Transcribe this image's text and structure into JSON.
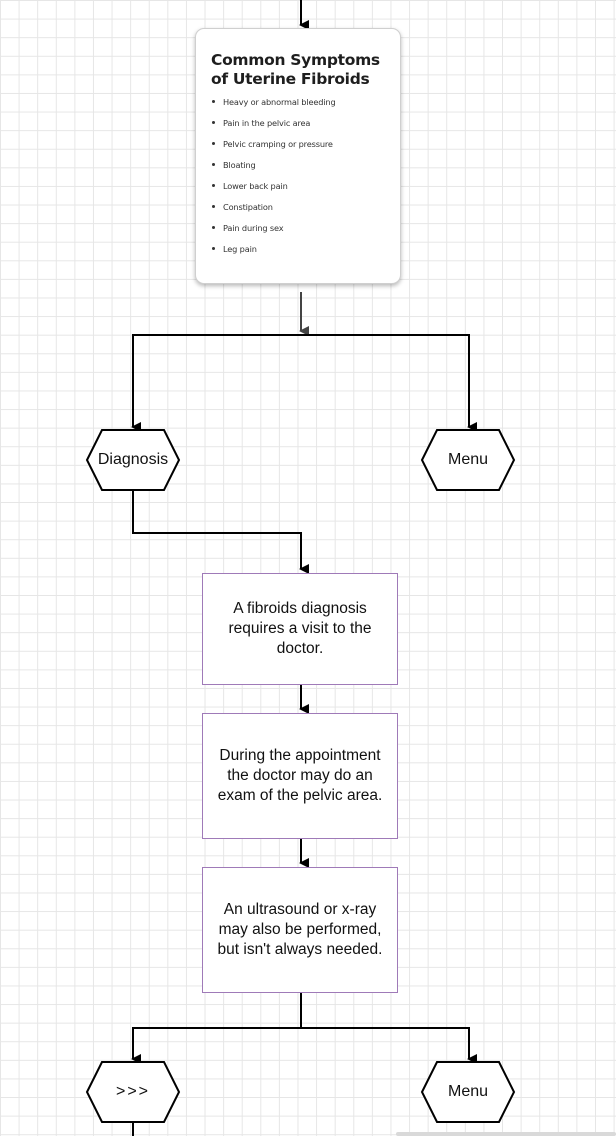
{
  "symptoms_card": {
    "title": "Common Symptoms of Uterine Fibroids",
    "items": [
      "Heavy or abnormal bleeding",
      "Pain in the pelvic area",
      "Pelvic cramping or pressure",
      "Bloating",
      "Lower back pain",
      "Constipation",
      "Pain during sex",
      "Leg pain"
    ]
  },
  "hexagons": {
    "diagnosis": "Diagnosis",
    "menu_top": "Menu",
    "next": ">>>",
    "menu_bottom": "Menu"
  },
  "steps": {
    "step1": "A fibroids diagnosis requires a visit to the doctor.",
    "step2": "During the appointment the doctor may do an exam of the pelvic area.",
    "step3": "An ultrasound or x-ray may also be performed, but isn't always needed."
  },
  "colors": {
    "step_border": "#9f7ab8",
    "connector": "#000000",
    "grid": "#e6e6e6"
  }
}
